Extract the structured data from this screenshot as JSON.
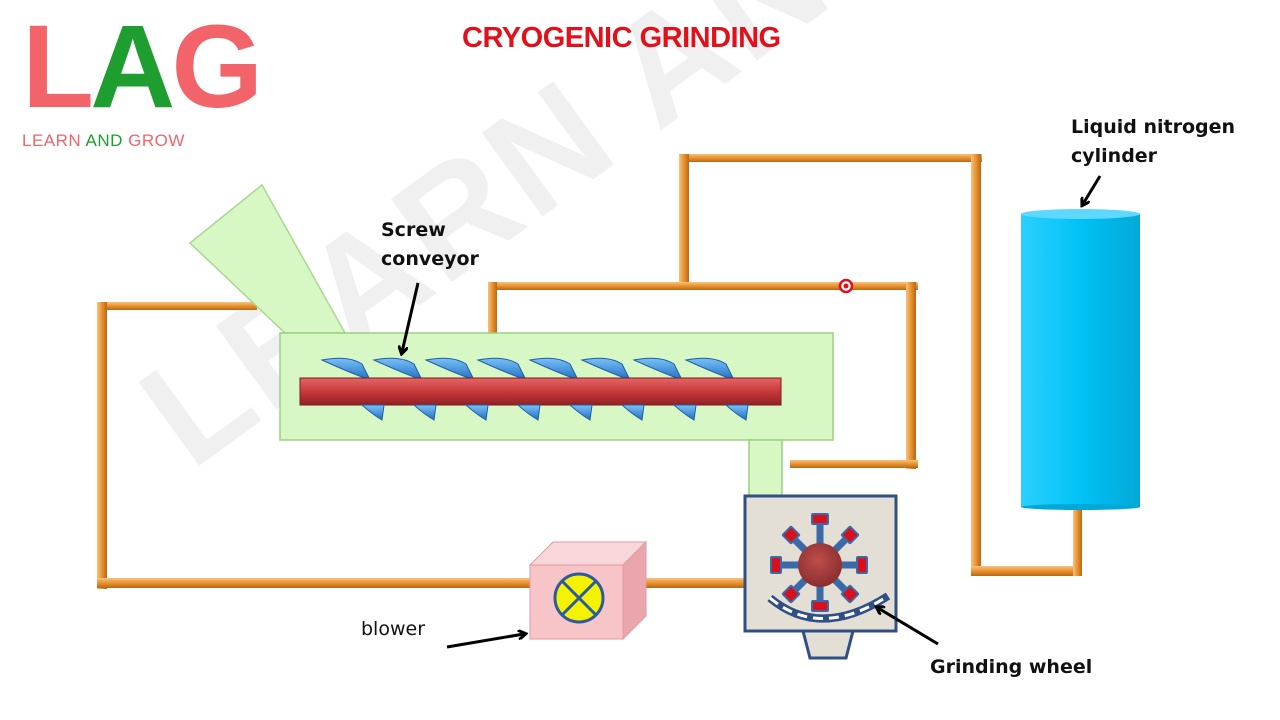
{
  "title": "CRYOGENIC GRINDING",
  "logo": {
    "letters": [
      "L",
      "A",
      "G"
    ],
    "tagline_words": [
      "LEARN",
      "AND",
      "GROW"
    ],
    "colors": {
      "L": "#f2636a",
      "A": "#1e9e2e",
      "G": "#f2636a"
    }
  },
  "watermark": "LEARN AND GROW",
  "labels": {
    "screw_conveyor_line1": "Screw",
    "screw_conveyor_line2": "conveyor",
    "liquid_nitrogen_line1": "Liquid nitrogen",
    "liquid_nitrogen_line2": "cylinder",
    "blower": "blower",
    "grinding_wheel": "Grinding wheel"
  },
  "colors": {
    "title": "#e2101a",
    "pipe": "#e8922c",
    "conveyor_housing": "#d7f7c4",
    "screw_shaft": "#c9393b",
    "screw_flights": "#3a8fdc",
    "cylinder": "#00c2f5",
    "blower_box": "#f7c4c8",
    "blower_icon": "#f5f200",
    "grinder_box": "#e3dfd5",
    "grinder_hub": "#a33b3b",
    "grinder_blades": "#d8101c"
  },
  "icons": [
    "screw-flight-icon",
    "blower-fan-icon",
    "grinding-wheel-icon",
    "arrow-icon",
    "red-dot-marker"
  ]
}
